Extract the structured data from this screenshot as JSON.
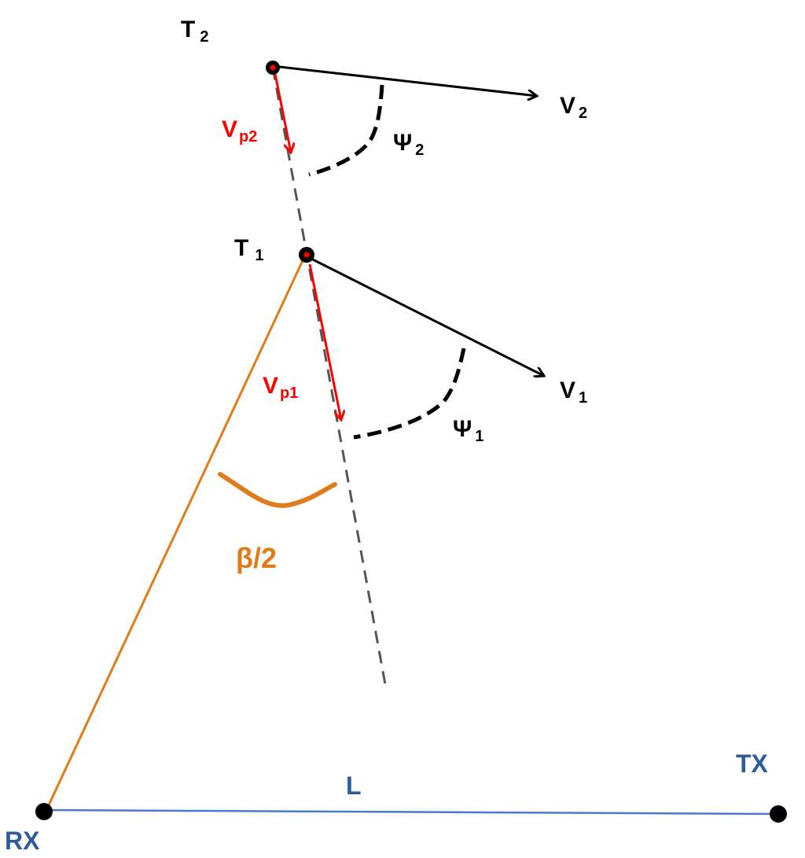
{
  "labels": {
    "t2": "T",
    "t2_sub": "2",
    "t1": "T",
    "t1_sub": "1",
    "v2": "V",
    "v2_sub": "2",
    "v1": "V",
    "v1_sub": "1",
    "vp2": "V",
    "vp2_sub": "p2",
    "vp1": "V",
    "vp1_sub": "p1",
    "psi2": "Ψ",
    "psi2_sub": "2",
    "psi1": "Ψ",
    "psi1_sub": "1",
    "beta": "β/2",
    "baseline": "L",
    "rx": "RX",
    "tx": "TX"
  },
  "colors": {
    "black": "#000000",
    "red": "#ff0000",
    "orange": "#e07b1a",
    "blue": "#2e5b9a",
    "baseline_line": "#4a7bc8",
    "dashed": "#555555"
  }
}
